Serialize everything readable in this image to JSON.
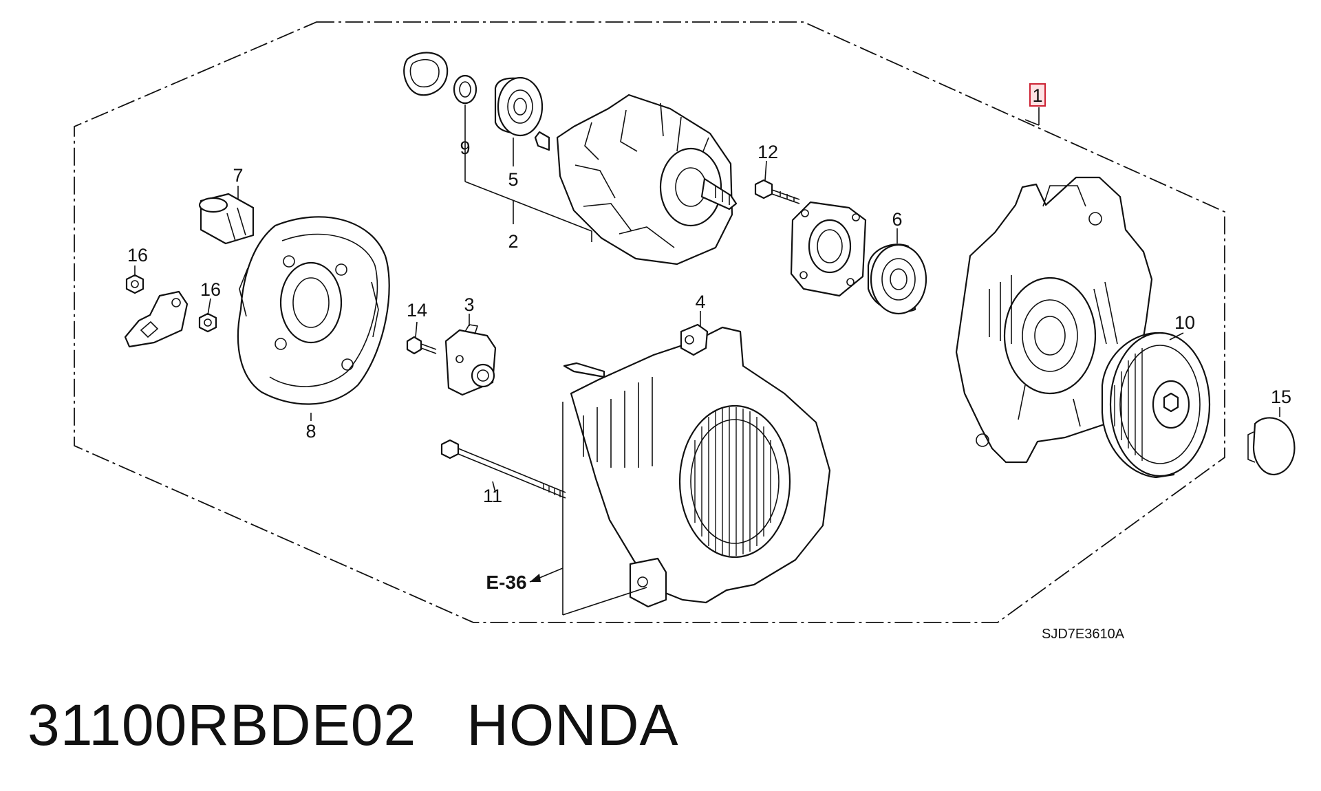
{
  "diagram": {
    "callouts": {
      "c1": "1",
      "c2": "2",
      "c3": "3",
      "c4": "4",
      "c5": "5",
      "c6": "6",
      "c7": "7",
      "c8": "8",
      "c9": "9",
      "c10": "10",
      "c11": "11",
      "c12": "12",
      "c14": "14",
      "c15": "15",
      "c16a": "16",
      "c16b": "16"
    },
    "reference": "E-36",
    "drawing_code": "SJD7E3610A"
  },
  "caption": {
    "part_number": "31100RBDE02",
    "brand": "HONDA"
  },
  "colors": {
    "line": "#111111",
    "highlight": "#cc2233"
  }
}
